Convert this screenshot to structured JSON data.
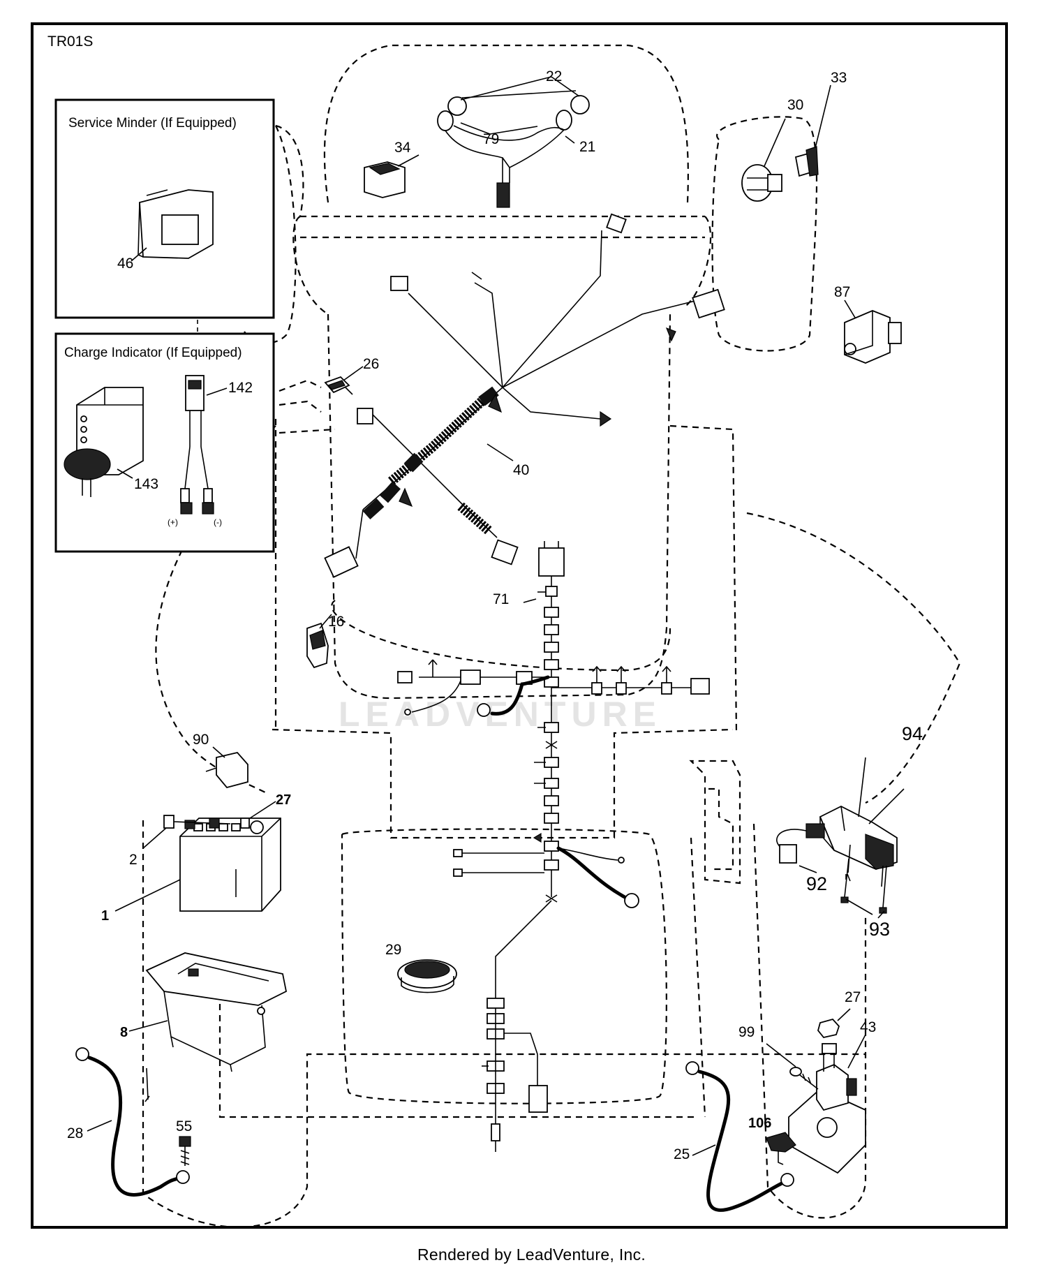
{
  "diagram": {
    "code": "TR01S",
    "footer": "Rendered by LeadVenture, Inc.",
    "watermark": "LEADVENTURE",
    "boxes": {
      "service_minder": "Service Minder (If Equipped)",
      "charge_indicator": "Charge Indicator (If Equipped)"
    },
    "terminals": {
      "plus": "(+)",
      "minus": "(-)"
    },
    "callouts": {
      "c1": "1",
      "c2": "2",
      "c8": "8",
      "c16": "16",
      "c21": "21",
      "c22": "22",
      "c25": "25",
      "c26": "26",
      "c27a": "27",
      "c27b": "27",
      "c28": "28",
      "c29": "29",
      "c30": "30",
      "c33": "33",
      "c34": "34",
      "c40": "40",
      "c43": "43",
      "c46": "46",
      "c55": "55",
      "c71": "71",
      "c79": "79",
      "c87": "87",
      "c90": "90",
      "c92": "92",
      "c93": "93",
      "c94": "94",
      "c99": "99",
      "c106": "106",
      "c142": "142",
      "c143": "143"
    }
  }
}
